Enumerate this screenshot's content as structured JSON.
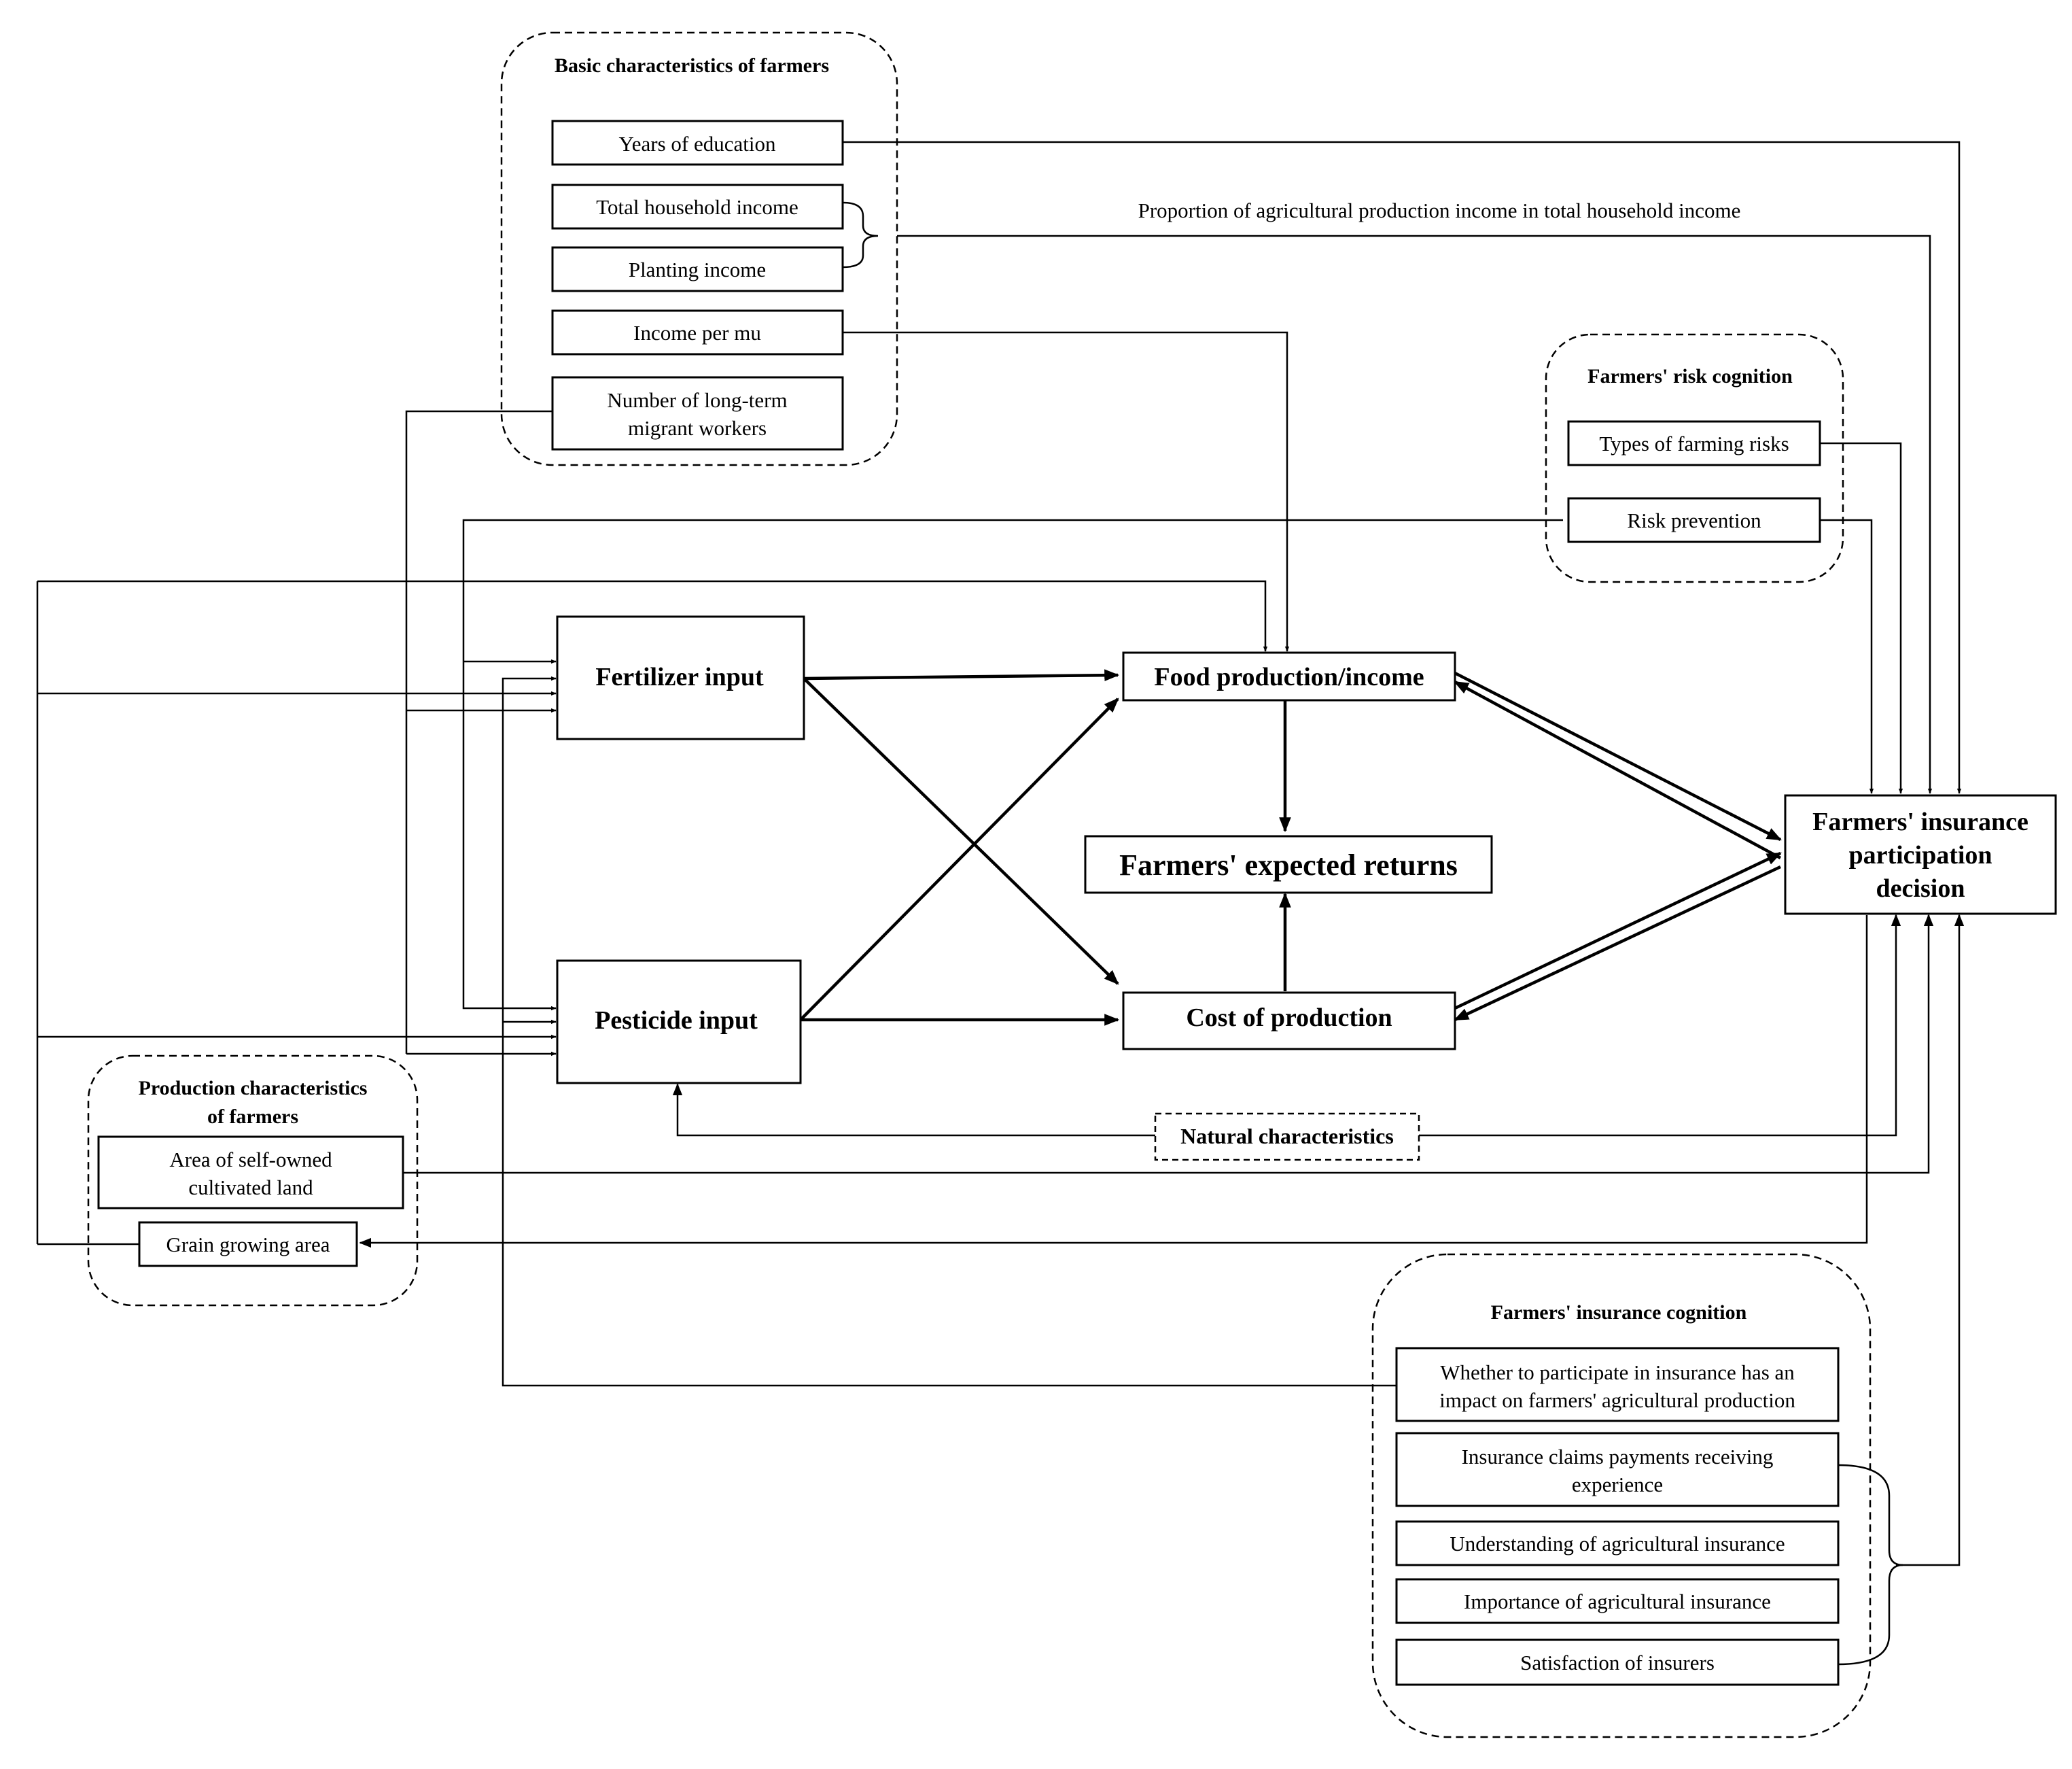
{
  "groups": {
    "basic": "Basic characteristics of farmers",
    "risk": "Farmers' risk cognition",
    "production": [
      "Production characteristics",
      "of farmers"
    ],
    "insurance": "Farmers' insurance cognition"
  },
  "basic_items": {
    "education": "Years of education",
    "household_income": "Total household income",
    "planting_income": "Planting income",
    "income_per_mu": "Income per mu",
    "migrant": [
      "Number of long-term",
      "migrant workers"
    ]
  },
  "proportion_label": "Proportion of agricultural production income in total household income",
  "risk_items": {
    "types": "Types of farming risks",
    "prevention": "Risk prevention"
  },
  "core": {
    "fertilizer": "Fertilizer input",
    "pesticide": "Pesticide input",
    "food": "Food production/income",
    "expected": "Farmers' expected returns",
    "cost": "Cost of production",
    "decision": [
      "Farmers' insurance",
      "participation",
      "decision"
    ],
    "natural": "Natural characteristics"
  },
  "production_items": {
    "self_owned": [
      "Area of self-owned",
      "cultivated land"
    ],
    "grain": "Grain growing area"
  },
  "insurance_items": {
    "impact": [
      "Whether to participate in insurance has an",
      "impact on farmers' agricultural production"
    ],
    "claims": [
      "Insurance claims payments receiving",
      "experience"
    ],
    "understanding": "Understanding of agricultural insurance",
    "importance": "Importance of agricultural insurance",
    "satisfaction": "Satisfaction of insurers"
  }
}
